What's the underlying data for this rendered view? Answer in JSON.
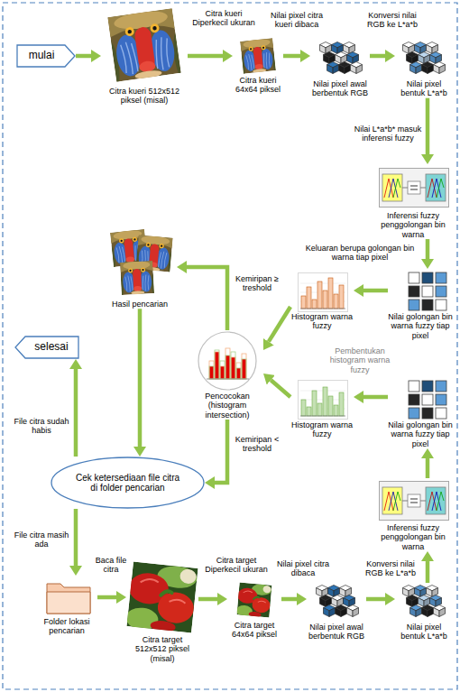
{
  "diagram": {
    "nodes": [
      {
        "text": [
          "mulai"
        ]
      },
      {
        "text": [
          "Citra kueri 512x512 piksel (misal)"
        ]
      },
      {
        "text": [
          "Citra kueri 64x64 piksel"
        ]
      },
      {
        "text": [
          "Nilai pixel awal berbentuk RGB"
        ]
      },
      {
        "text": [
          "Nilai pixel bentuk L*a*b"
        ]
      },
      {
        "text": [
          "Inferensi fuzzy penggolongan bin warna"
        ]
      },
      {
        "text": [
          "Nilai golongan bin warna fuzzy tiap pixel"
        ]
      },
      {
        "text": [
          "Histogram warna fuzzy"
        ]
      },
      {
        "text": [
          "Pencocokan (histogram intersection)"
        ]
      },
      {
        "text": [
          "Hasil pencarian"
        ]
      },
      {
        "text": [
          "Cek ketersediaan file citra di folder pencarian"
        ]
      },
      {
        "text": [
          "selesai"
        ]
      },
      {
        "text": [
          "Folder lokasi pencarian"
        ]
      },
      {
        "text": [
          "Citra target 512x512 piksel (misal)"
        ]
      },
      {
        "text": [
          "Citra target 64x64 piksel"
        ]
      },
      {
        "text": [
          "Nilai pixel awal berbentuk RGB"
        ]
      },
      {
        "text": [
          "Nilai pixel bentuk L*a*b"
        ]
      },
      {
        "text": [
          "Inferensi fuzzy penggolongan bin warna"
        ]
      },
      {
        "text": [
          "Nilai golongan bin warna fuzzy tiap pixel"
        ]
      },
      {
        "text": [
          "Histogram warna fuzzy"
        ]
      }
    ],
    "edges": [
      {
        "from": 0,
        "to": 1,
        "arrow": "to"
      },
      {
        "from": 1,
        "to": 2,
        "label": "Citra kueri Diperkecil ukuran",
        "arrow": "to"
      },
      {
        "from": 2,
        "to": 3,
        "label": "Nilai pixel citra kueri dibaca",
        "arrow": "to"
      },
      {
        "from": 3,
        "to": 4,
        "label": "Konversi nilai RGB ke L*a*b",
        "arrow": "to"
      },
      {
        "from": 4,
        "to": 5,
        "label": "Nilai L*a*b* masuk inferensi fuzzy",
        "arrow": "to"
      },
      {
        "from": 5,
        "to": 6,
        "label": "Keluaran berupa golongan bin warna tiap pixel",
        "arrow": "to"
      },
      {
        "from": 6,
        "to": 7,
        "arrow": "to"
      },
      {
        "from": 7,
        "to": 8,
        "arrow": "to"
      },
      {
        "from": 8,
        "to": 9,
        "label": "Kemiripan ≥ treshold",
        "arrow": "to"
      },
      {
        "from": 9,
        "to": 10,
        "arrow": "to"
      },
      {
        "from": 8,
        "to": 10,
        "label": "Kemiripan < treshold",
        "arrow": "to"
      },
      {
        "from": 10,
        "to": 11,
        "label": "File citra sudah habis",
        "arrow": "to"
      },
      {
        "from": 10,
        "to": 12,
        "label": "File citra masih ada",
        "arrow": "to"
      },
      {
        "from": 12,
        "to": 13,
        "label": "Baca file citra",
        "arrow": "to"
      },
      {
        "from": 13,
        "to": 14,
        "label": "Citra target Diperkecil ukuran",
        "arrow": "to"
      },
      {
        "from": 14,
        "to": 15,
        "label": "Nilai pixel citra dibaca",
        "arrow": "to"
      },
      {
        "from": 15,
        "to": 16,
        "label": "Konversi nilai RGB ke L*a*b",
        "arrow": "to"
      },
      {
        "from": 16,
        "to": 17,
        "arrow": "to"
      },
      {
        "from": 17,
        "to": 18,
        "arrow": "to"
      },
      {
        "from": 18,
        "to": 19,
        "arrow": "to"
      },
      {
        "from": 19,
        "to": 8,
        "arrow": "to"
      }
    ],
    "labels": [
      "Pembentukan histogram warna fuzzy"
    ]
  }
}
